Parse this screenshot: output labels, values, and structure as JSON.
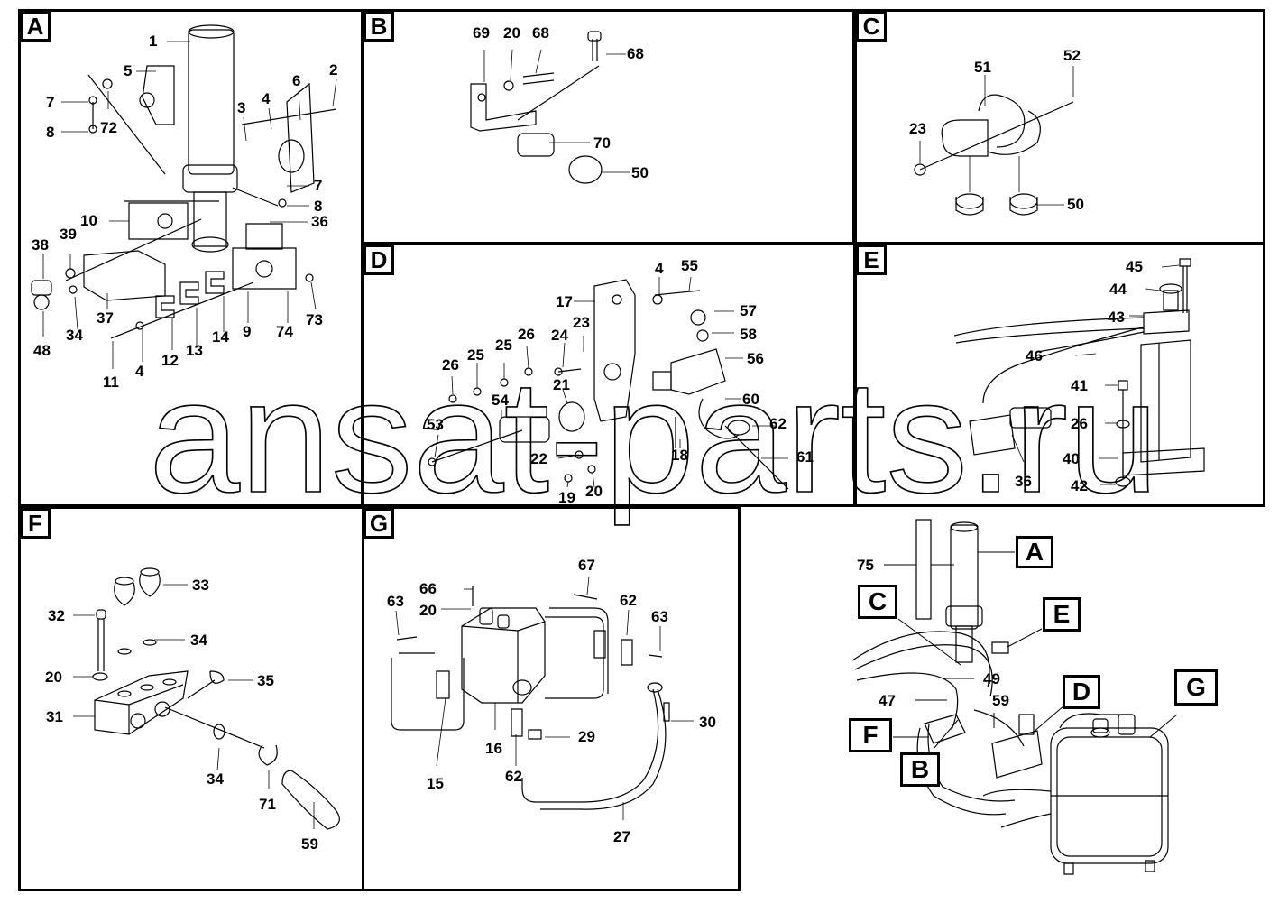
{
  "watermark": "ansat-parts.ru",
  "panels": {
    "A": {
      "label": "A",
      "callouts": [
        "1",
        "2",
        "3",
        "4",
        "5",
        "6",
        "7",
        "72",
        "8",
        "7",
        "8",
        "36",
        "10",
        "38",
        "39",
        "37",
        "34",
        "48",
        "12",
        "13",
        "14",
        "9",
        "74",
        "73",
        "11",
        "4"
      ]
    },
    "B": {
      "label": "B",
      "callouts": [
        "69",
        "20",
        "68",
        "68",
        "70",
        "50"
      ]
    },
    "C": {
      "label": "C",
      "callouts": [
        "51",
        "52",
        "23",
        "50"
      ]
    },
    "D": {
      "label": "D",
      "callouts": [
        "4",
        "55",
        "17",
        "57",
        "58",
        "56",
        "23",
        "24",
        "25",
        "26",
        "26",
        "25",
        "21",
        "60",
        "54",
        "53",
        "62",
        "18",
        "22",
        "61",
        "19",
        "20"
      ]
    },
    "E": {
      "label": "E",
      "callouts": [
        "45",
        "44",
        "43",
        "46",
        "41",
        "26",
        "40",
        "42",
        "36"
      ]
    },
    "F": {
      "label": "F",
      "callouts": [
        "33",
        "32",
        "34",
        "20",
        "35",
        "31",
        "34",
        "71",
        "59"
      ]
    },
    "G": {
      "label": "G",
      "callouts": [
        "67",
        "66",
        "20",
        "63",
        "62",
        "63",
        "16",
        "15",
        "29",
        "30",
        "62",
        "27"
      ]
    },
    "overview": {
      "callouts": [
        "75",
        "49",
        "47",
        "59"
      ],
      "keys": [
        "A",
        "C",
        "E",
        "F",
        "B",
        "D",
        "G"
      ]
    }
  }
}
